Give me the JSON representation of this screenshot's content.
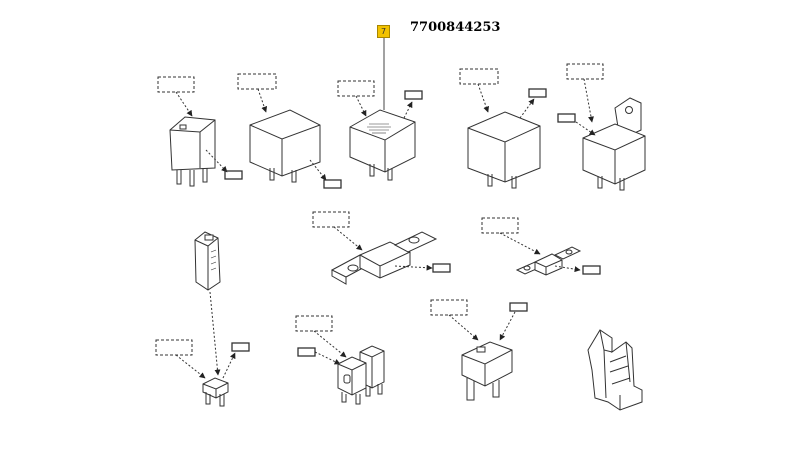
{
  "header": {
    "part_number": "7700844253",
    "callout_number": "7"
  },
  "colors": {
    "stroke": "#333333",
    "callout_badge": "#f2c200",
    "background": "#ffffff"
  },
  "parts": [
    {
      "name": "relay-small-tall"
    },
    {
      "name": "relay-cube-left"
    },
    {
      "name": "relay-highlighted"
    },
    {
      "name": "relay-cube-right"
    },
    {
      "name": "relay-with-bracket"
    },
    {
      "name": "fuse-holder-clip"
    },
    {
      "name": "maxi-strip-fuse-large"
    },
    {
      "name": "strip-fuse-small"
    },
    {
      "name": "mini-blade-fuse"
    },
    {
      "name": "blade-fuse-pair"
    },
    {
      "name": "maxi-blade-fuse"
    },
    {
      "name": "fuse-puller-clip"
    }
  ]
}
